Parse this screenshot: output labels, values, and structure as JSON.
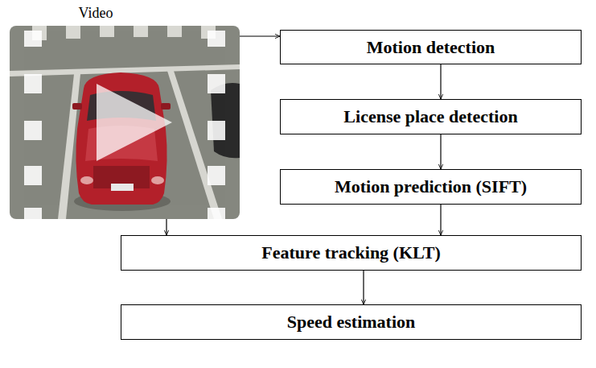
{
  "diagram": {
    "nodes": [
      {
        "text": [
          "Video"
        ]
      },
      {
        "text": [
          "Motion detection"
        ]
      },
      {
        "text": [
          "License place detection"
        ]
      },
      {
        "text": [
          "Motion prediction (SIFT)"
        ]
      },
      {
        "text": [
          "Feature tracking (KLT)"
        ]
      },
      {
        "text": [
          "Speed estimation"
        ]
      }
    ],
    "edges": [
      {
        "from": 0,
        "to": 1,
        "arrow": "to"
      },
      {
        "from": 1,
        "to": 2,
        "arrow": "to"
      },
      {
        "from": 2,
        "to": 3,
        "arrow": "to"
      },
      {
        "from": 0,
        "to": 4,
        "arrow": "to"
      },
      {
        "from": 3,
        "to": 4,
        "arrow": "to"
      },
      {
        "from": 4,
        "to": 5,
        "arrow": "to"
      }
    ]
  }
}
